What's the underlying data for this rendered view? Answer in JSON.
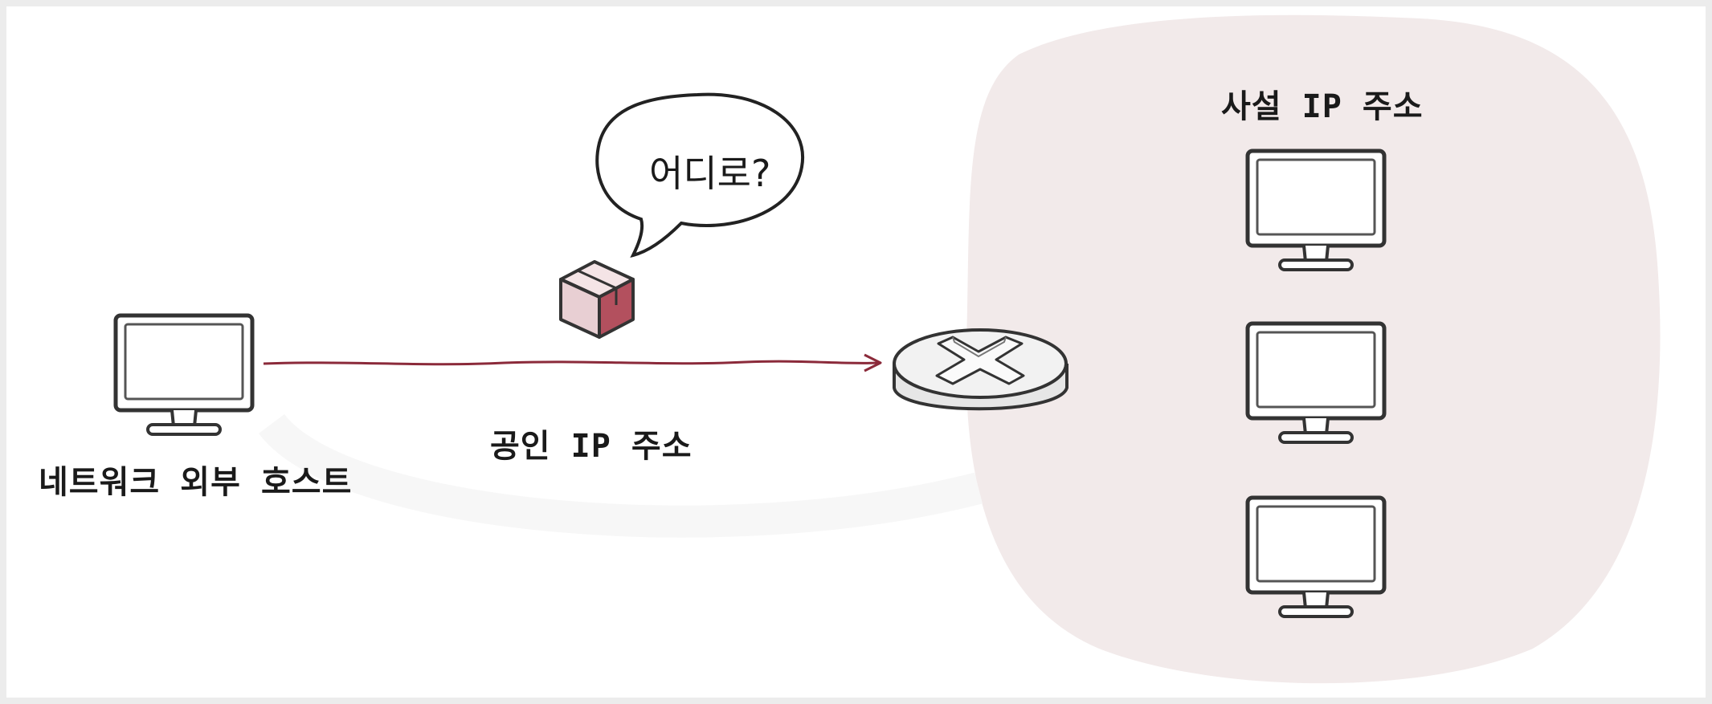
{
  "labels": {
    "external_host": "네트워크 외부 호스트",
    "public_ip": "공인 IP 주소",
    "private_ip": "사설 IP 주소",
    "speech_bubble": "어디로?"
  },
  "colors": {
    "private_network_blob": "#f2eaea",
    "arrow": "#8b2a3a",
    "packet_light": "#e8cfd3",
    "packet_dark": "#b3505e",
    "router_fill": "#efefef"
  },
  "icons": {
    "external_host": "monitor-icon",
    "packet": "package-box-icon",
    "router": "router-icon",
    "private_hosts": [
      "monitor-icon",
      "monitor-icon",
      "monitor-icon"
    ]
  }
}
